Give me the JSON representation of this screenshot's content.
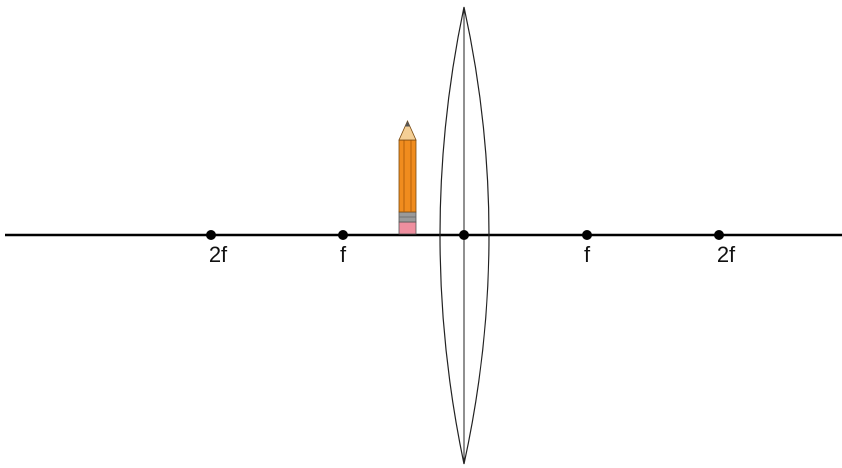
{
  "diagram": {
    "points": [
      {
        "id": "left-2f",
        "label": "2f"
      },
      {
        "id": "left-f",
        "label": "f"
      },
      {
        "id": "lens-center",
        "label": ""
      },
      {
        "id": "right-f",
        "label": "f"
      },
      {
        "id": "right-2f",
        "label": "2f"
      }
    ],
    "colors": {
      "axis": "#000000",
      "lens": "#222222",
      "pencil_body": "#f08c1e",
      "pencil_stripe": "#b55f0a",
      "pencil_wood": "#f4cf96",
      "pencil_ferrule": "#9a9a9a",
      "pencil_eraser": "#ef8f9f"
    },
    "icons": [
      "pencil-icon",
      "converging-lens"
    ]
  }
}
